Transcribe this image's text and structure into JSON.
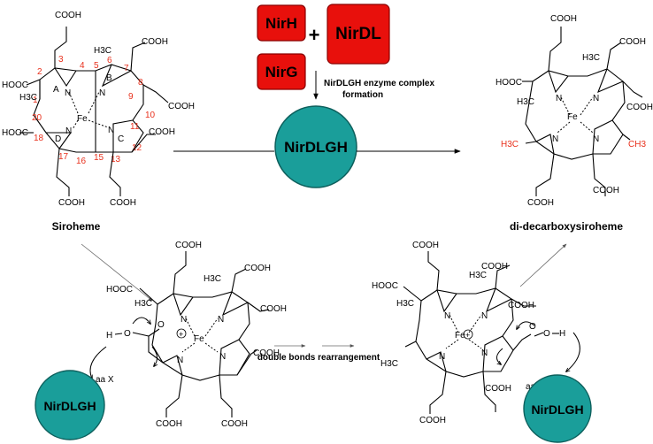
{
  "enzymes": {
    "nirH": "NirH",
    "nirDL": "NirDL",
    "nirG": "NirG",
    "plus": "+",
    "complex": "NirDLGH",
    "complex_label_line1": "NirDLGH enzyme complex",
    "complex_label_line2": "formation",
    "box_color": "#e8100c",
    "complex_color": "#1a9e9a"
  },
  "compounds": {
    "left_name": "Siroheme",
    "right_name": "di-decarboxysiroheme"
  },
  "reaction": {
    "step_label": "double bonds rearrangement"
  },
  "labels": {
    "cooh": "COOH",
    "hooc": "HOOC",
    "h3c": "H3C",
    "ch3": "CH3",
    "fe": "Fe",
    "n": "N",
    "h": "H",
    "o": "O",
    "charge": "+",
    "aa_x": "aa X",
    "aa_dash_x": "aa–X",
    "ring_a": "A",
    "ring_b": "B",
    "ring_c": "C",
    "ring_d": "D",
    "positions": [
      "1",
      "2",
      "3",
      "4",
      "5",
      "6",
      "7",
      "8",
      "9",
      "10",
      "11",
      "12",
      "13",
      "15",
      "16",
      "17",
      "18",
      "20"
    ]
  }
}
